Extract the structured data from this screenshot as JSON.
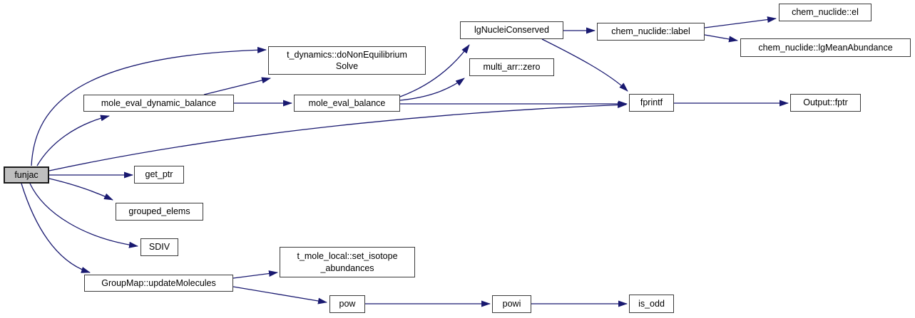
{
  "colors": {
    "background": "#ffffff",
    "edge": "#191970",
    "node_border": "#3b3b3b",
    "highlight_fill": "#bfbfbf"
  },
  "nodes": {
    "funjac": {
      "label": "funjac",
      "highlighted": true
    },
    "t_dynamics_doNonEquilibriumSolve": {
      "label": "t_dynamics::doNonEquilibrium\nSolve"
    },
    "mole_eval_dynamic_balance": {
      "label": "mole_eval_dynamic_balance"
    },
    "mole_eval_balance": {
      "label": "mole_eval_balance"
    },
    "lgNucleiConserved": {
      "label": "lgNucleiConserved"
    },
    "multi_arr_zero": {
      "label": "multi_arr::zero"
    },
    "chem_nuclide_label": {
      "label": "chem_nuclide::label"
    },
    "chem_nuclide_el": {
      "label": "chem_nuclide::el"
    },
    "chem_nuclide_lgMeanAbundance": {
      "label": "chem_nuclide::lgMeanAbundance"
    },
    "fprintf": {
      "label": "fprintf"
    },
    "output_fptr": {
      "label": "Output::fptr"
    },
    "get_ptr": {
      "label": "get_ptr"
    },
    "grouped_elems": {
      "label": "grouped_elems"
    },
    "sdiv": {
      "label": "SDIV"
    },
    "groupmap_updateMolecules": {
      "label": "GroupMap::updateMolecules"
    },
    "t_mole_local_set_isotope_abundances": {
      "label": "t_mole_local::set_isotope\n_abundances"
    },
    "pow": {
      "label": "pow"
    },
    "powi": {
      "label": "powi"
    },
    "is_odd": {
      "label": "is_odd"
    }
  }
}
